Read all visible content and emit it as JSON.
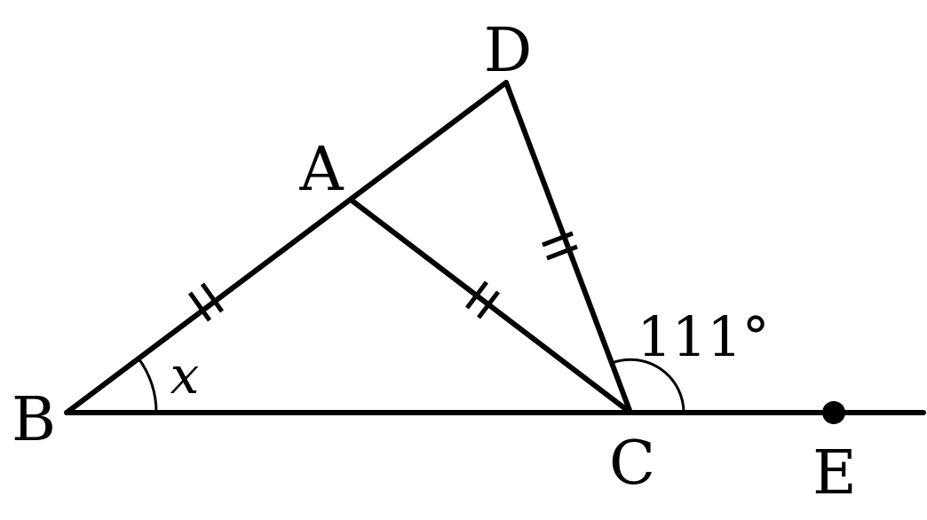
{
  "diagram": {
    "points": {
      "A": {
        "label": "A"
      },
      "B": {
        "label": "B"
      },
      "C": {
        "label": "C"
      },
      "D": {
        "label": "D"
      },
      "E": {
        "label": "E"
      }
    },
    "angle_at_B": {
      "label": "x"
    },
    "exterior_angle_at_C": {
      "label": "111°",
      "value_degrees": 111
    },
    "equal_segments": [
      "BA",
      "AC",
      "DC"
    ],
    "colors": {
      "stroke": "#000000",
      "background": "#ffffff"
    }
  }
}
